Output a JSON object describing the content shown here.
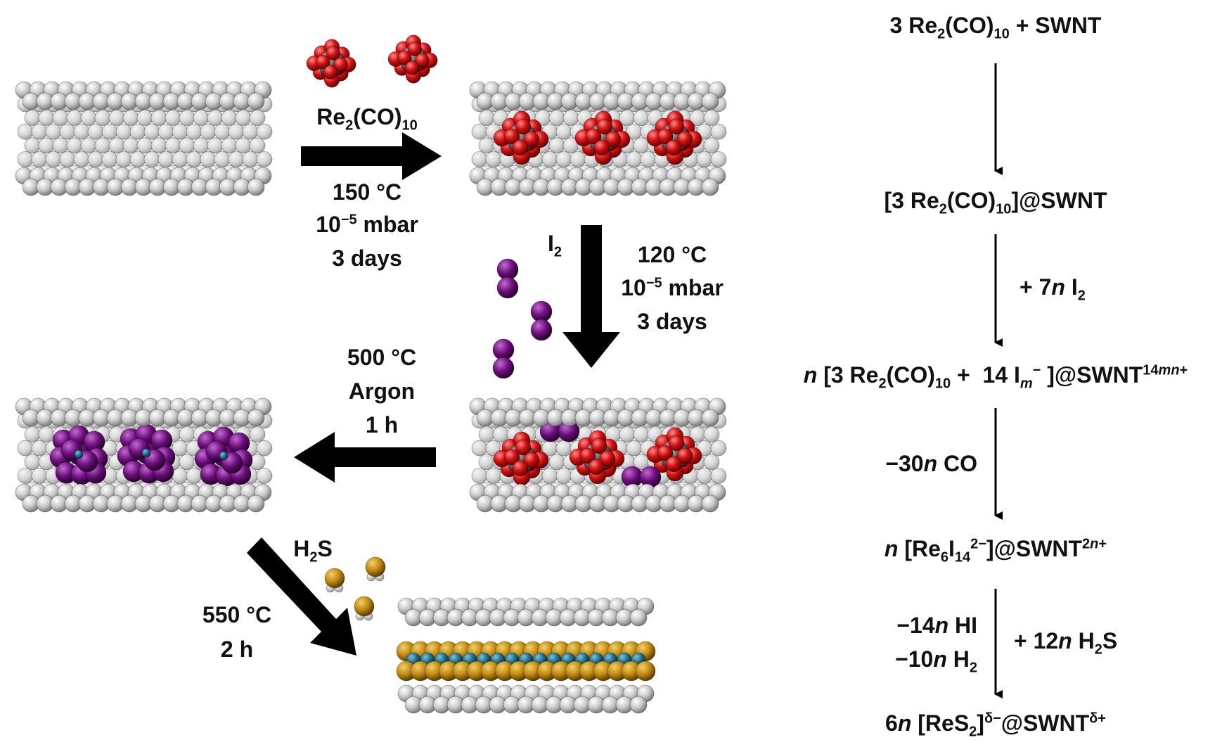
{
  "colors": {
    "carbon": "#c9c9c9",
    "oxygen": "#d11414",
    "co_carbon": "#5a5a5a",
    "iodine": "#6b0f7a",
    "rhenium": "#1f6e8c",
    "sulfur": "#c08a10",
    "arrow": "#000000"
  },
  "steps": {
    "step1": {
      "reagent": "Re2(CO)10",
      "temp": "150 °C",
      "pressure": "10−5 mbar",
      "time": "3 days"
    },
    "step2": {
      "reagent": "I2",
      "temp": "120 °C",
      "pressure": "10−5 mbar",
      "time": "3 days"
    },
    "step3": {
      "temp": "500 °C",
      "atmosphere": "Argon",
      "time": "1 h"
    },
    "step4": {
      "reagent": "H2S",
      "temp": "550 °C",
      "time": "2 h"
    }
  },
  "scheme": {
    "eq1": "3 Re2(CO)10 + SWNT",
    "eq2": "[3 Re2(CO)10]@SWNT",
    "arrow2_label": "+ 7n I2",
    "eq3": "n [3 Re2(CO)10 +  14 Im− ]@SWNT14mn+",
    "arrow3_label": "−30n CO",
    "eq4": "n [Re6I142−]@SWNT2n+",
    "arrow4_left1": "−14n HI",
    "arrow4_left2": "−10n H2",
    "arrow4_right": "+ 12n H2S",
    "eq5": "6n [ReS2]δ−@SWNTδ+"
  }
}
